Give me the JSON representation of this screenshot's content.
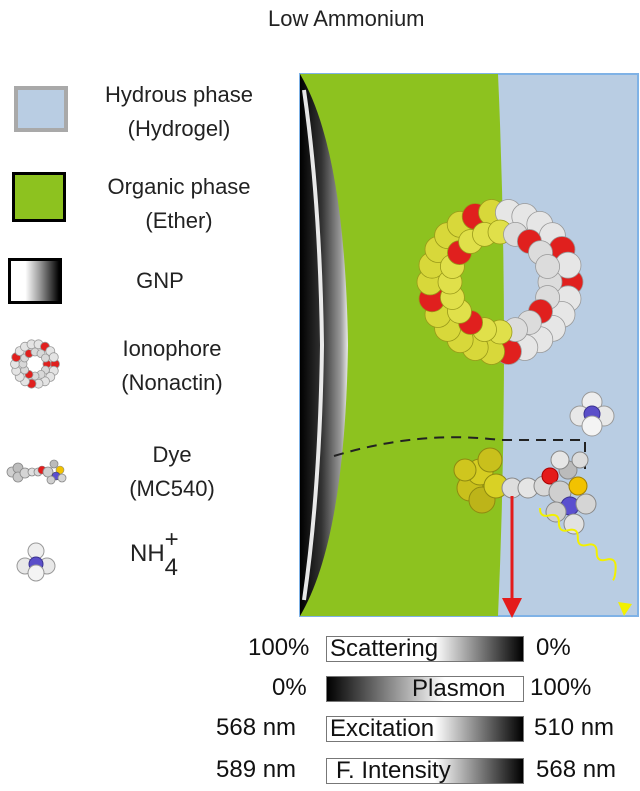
{
  "title": "Low Ammonium",
  "legend": [
    {
      "id": "hydrous",
      "line1": "Hydrous phase",
      "line2": "(Hydrogel)",
      "color": "#b9cde3"
    },
    {
      "id": "organic",
      "line1": "Organic phase",
      "line2": "(Ether)",
      "color": "#8dc21f"
    },
    {
      "id": "gnp",
      "line1": "GNP",
      "line2": ""
    },
    {
      "id": "ionophore",
      "line1": "Ionophore",
      "line2": "(Nonactin)"
    },
    {
      "id": "dye",
      "line1": "Dye",
      "line2": "(MC540)"
    },
    {
      "id": "nh4",
      "line1": "NH",
      "sub": "4",
      "sup": "+"
    }
  ],
  "scales": [
    {
      "left": "100%",
      "label": "Scattering",
      "right": "0%",
      "gradient": "light-to-dark"
    },
    {
      "left": "0%",
      "label": "Plasmon",
      "right": "100%",
      "gradient": "dark-to-light"
    },
    {
      "left": "568 nm",
      "label": "Excitation",
      "right": "510 nm",
      "gradient": "light-to-dark"
    },
    {
      "left": "589 nm",
      "label": "F. Intensity",
      "right": "568 nm",
      "gradient": "light-to-dark"
    }
  ],
  "colors": {
    "hydrous": "#b9cde3",
    "organic": "#8dc21f",
    "arrow_red": "#e41b1b",
    "arrow_yellow": "#f2f000",
    "oxygen": "#e0201e",
    "carbon_light": "#e6e6e6",
    "sulfur": "#f0e63a"
  }
}
